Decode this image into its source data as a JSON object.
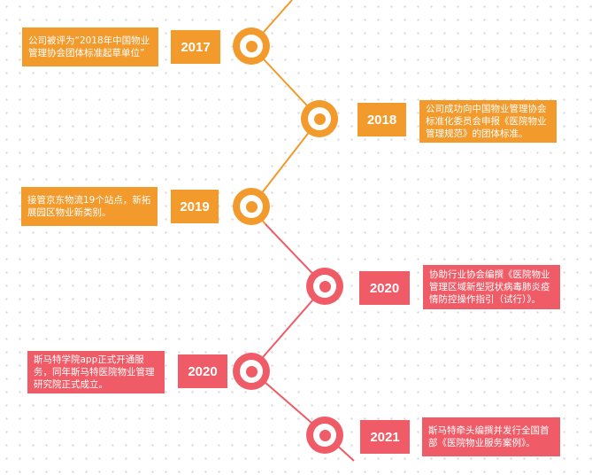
{
  "colors": {
    "orange": "#f39a2c",
    "red": "#ef5b66"
  },
  "events": [
    {
      "year": "2017",
      "text": "公司被评为“2018年中国物业管理协会团体标准起草单位”"
    },
    {
      "year": "2018",
      "text": "公司成功向中国物业管理协会标准化委员会申报《医院物业管理规范》的团体标准。"
    },
    {
      "year": "2019",
      "text": "接管京东物流19个站点，新拓展园区物业新类别。"
    },
    {
      "year": "2020",
      "text": "协助行业协会编撰《医院物业管理区域新型冠状病毒肺炎疫情防控操作指引（试行）》。"
    },
    {
      "year": "2020",
      "text": "斯马特学院app正式开通服务，同年斯马特医院物业管理研究院正式成立。"
    },
    {
      "year": "2021",
      "text": "斯马特牵头编撰并发行全国首部《医院物业服务案例》。"
    }
  ]
}
